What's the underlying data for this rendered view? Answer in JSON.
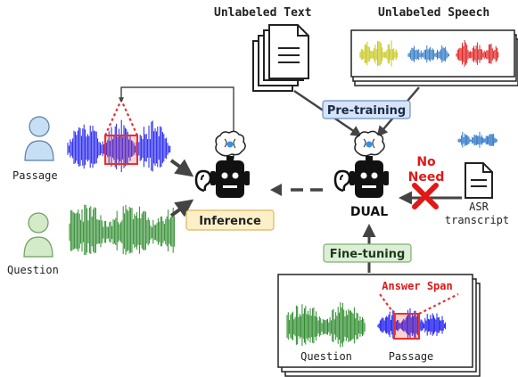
{
  "labels": {
    "unlabeled_text": "Unlabeled Text",
    "unlabeled_speech": "Unlabeled Speech",
    "pre_training": "Pre-training",
    "passage_left": "Passage",
    "question_left": "Question",
    "inference": "Inference",
    "dual": "DUAL",
    "no_need_line1": "No",
    "no_need_line2": "Need",
    "asr_line1": "ASR",
    "asr_line2": "transcript",
    "fine_tuning": "Fine-tuning",
    "answer_span": "Answer Span",
    "question_bottom": "Question",
    "passage_bottom": "Passage"
  },
  "colors": {
    "passage": "#1f1ff0",
    "question": "#2e8b2e",
    "speech_yellow": "#c8c81e",
    "speech_blue": "#2f78c8",
    "speech_red": "#e02020",
    "highlight": "#e83030",
    "pretrain_bg": "#d6e4f7",
    "pretrain_border": "#6d8fbf",
    "inference_bg": "#fdf0c8",
    "inference_border": "#d9b860",
    "finetune_bg": "#dcefd6",
    "finetune_border": "#7db070",
    "person_blue": "#c7dff5",
    "person_green": "#d3ebc8",
    "robot": "#111111"
  }
}
